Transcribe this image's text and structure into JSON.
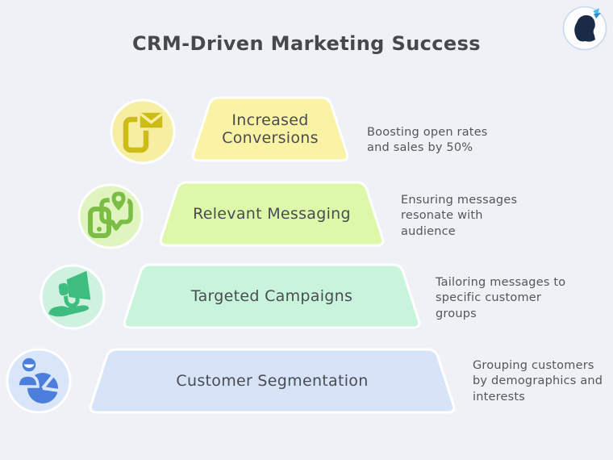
{
  "title": "CRM-Driven Marketing Success",
  "palette": {
    "background": "#EFF1F7",
    "title_color": "#47484F",
    "label_color": "#4A4B53",
    "desc_color": "#54555D",
    "shape_border": "#FFFFFF"
  },
  "logo": {
    "icon": "woman-head-butterfly-logo",
    "bg": "#FDFDFE",
    "border": "#C9D8F0",
    "silhouette": "#1B2A47",
    "butterfly_light": "#45BCE8",
    "butterfly_dark": "#2F8CCB"
  },
  "rows": [
    {
      "label": "Increased Conversions",
      "description": "Boosting open rates and sales by 50%",
      "icon": "phone-email-icon",
      "trap_fill": "#FAF3A6",
      "icon_bg": "#F6EFA2",
      "icon_fg": "#CDBB18"
    },
    {
      "label": "Relevant Messaging",
      "description": "Ensuring messages resonate with audience",
      "icon": "map-location-icon",
      "trap_fill": "#DDF8A8",
      "icon_bg": "#DFF4BE",
      "icon_fg": "#7CBE45"
    },
    {
      "label": "Targeted Campaigns",
      "description": "Tailoring messages to specific customer groups",
      "icon": "megaphone-hand-icon",
      "trap_fill": "#C9F4DC",
      "icon_bg": "#CEF2DF",
      "icon_fg": "#3EBD80"
    },
    {
      "label": "Customer Segmentation",
      "description": "Grouping customers by demographics and interests",
      "icon": "person-pie-chart-icon",
      "trap_fill": "#D7E4F8",
      "icon_bg": "#D9E6FA",
      "icon_fg": "#4C7EDB",
      "icon_face": "#FFFFFF"
    }
  ]
}
